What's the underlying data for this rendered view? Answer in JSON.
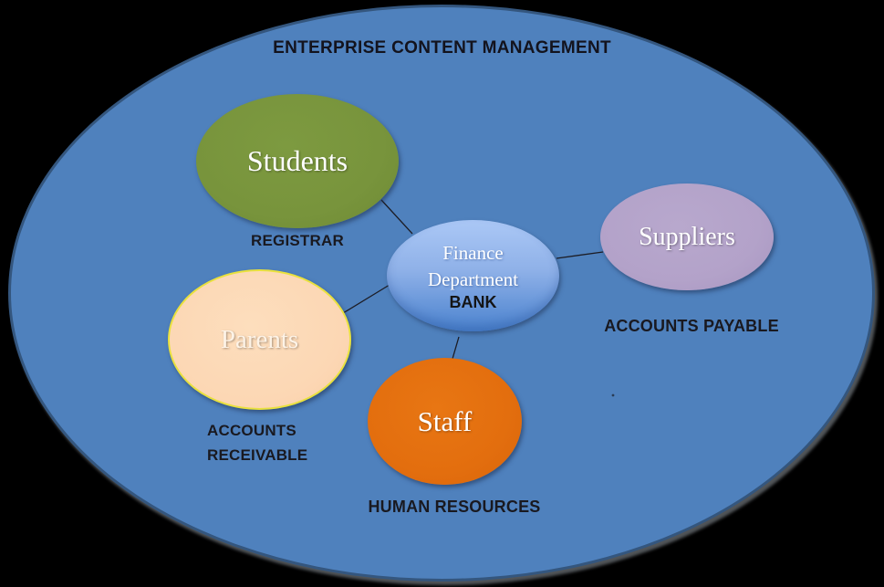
{
  "background_color": "#000000",
  "diagram": {
    "title": "ENTERPRISE CONTENT MANAGEMENT",
    "container": {
      "fill": "#4f81bd",
      "border_color": "#34567e"
    },
    "center_node": {
      "label_line1": "Finance",
      "label_line2": "Department",
      "sublabel": "BANK",
      "fill_top": "#abc8f6",
      "fill_bottom": "#4a82ce"
    },
    "nodes": [
      {
        "id": "students",
        "label": "Students",
        "caption": "REGISTRAR",
        "fill": "#78943c",
        "text_color": "#ffffff"
      },
      {
        "id": "suppliers",
        "label": "Suppliers",
        "caption": "ACCOUNTS PAYABLE",
        "fill": "#b3a2c9",
        "text_color": "#ffffff"
      },
      {
        "id": "parents",
        "label": "Parents",
        "caption_line1": "ACCOUNTS",
        "caption_line2": "RECEIVABLE",
        "fill": "#fcd7b4",
        "border_color": "#e9e13d",
        "text_color": "#fdf3e7"
      },
      {
        "id": "staff",
        "label": "Staff",
        "caption": "HUMAN RESOURCES",
        "fill": "#e36e0e",
        "text_color": "#ffffff"
      }
    ],
    "connector_color": "#1c1c24"
  }
}
